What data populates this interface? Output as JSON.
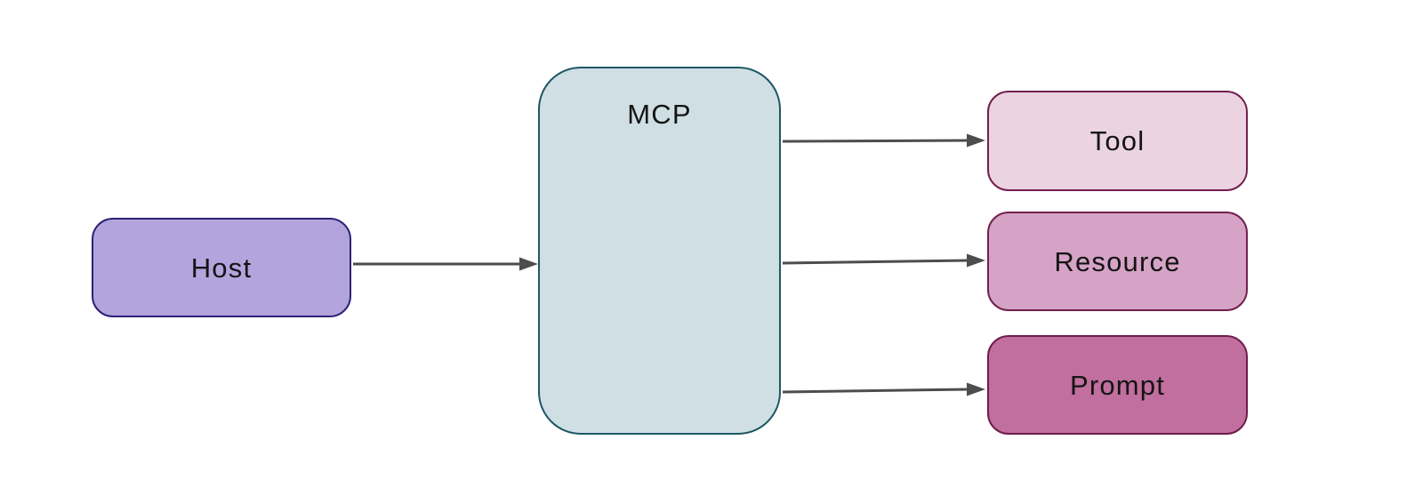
{
  "diagram": {
    "background_color": "#ffffff",
    "arrow_color": "#4d4d4d",
    "text_color": "#141414",
    "nodes": {
      "host": {
        "label": "Host",
        "fill": "#b4a4dd",
        "border": "#2c2176"
      },
      "mcp": {
        "label": "MCP",
        "fill": "#d0dfe3",
        "border": "#1d5765"
      },
      "tool": {
        "label": "Tool",
        "fill": "#ebd3e2",
        "border": "#72204e"
      },
      "resource": {
        "label": "Resource",
        "fill": "#d5a3c5",
        "border": "#72204e"
      },
      "prompt": {
        "label": "Prompt",
        "fill": "#c06f9e",
        "border": "#6e1d49"
      }
    },
    "edges": [
      {
        "from": "Host",
        "to": "MCP"
      },
      {
        "from": "MCP",
        "to": "Tool"
      },
      {
        "from": "MCP",
        "to": "Resource"
      },
      {
        "from": "MCP",
        "to": "Prompt"
      }
    ]
  }
}
